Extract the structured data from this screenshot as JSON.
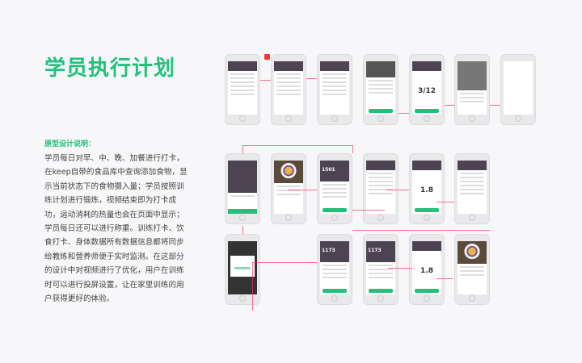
{
  "title": "学员执行计划",
  "subtitle": "原型设计说明：",
  "description": "学员每日对早、中、晚、加餐进行打卡，在keep自带的食品库中查询添加食物，显示当前状态下的食物摄入量；学员按照训练计划进行锻炼，视频结束即为打卡成功，运动消耗的热量也会在页面中显示；学员每日还可以进行称重。训练打卡、饮食打卡、身体数据所有数据信息都将同步给教练和营养师便于实时监测。在这部分的设计中对视频进行了优化，用户在训练时可以进行投屏设置，让在家里训练的用户获得更好的体验。",
  "accent": "#22c07a",
  "link_color": "#ff3366",
  "phones": [
    {
      "type": "chat"
    },
    {
      "type": "list"
    },
    {
      "type": "list"
    },
    {
      "type": "video"
    },
    {
      "type": "exercise",
      "text": "3/12"
    },
    {
      "type": "gray"
    },
    {
      "type": "dark"
    },
    {
      "type": "chart"
    },
    {
      "type": "food"
    },
    {
      "type": "kcal",
      "text": "1501"
    },
    {
      "type": "list"
    },
    {
      "type": "weigh",
      "text": "1.8"
    },
    {
      "type": "list"
    },
    {
      "type": "dialog"
    },
    {
      "type": "kcal",
      "text": "1173"
    },
    {
      "type": "kcal",
      "text": "1173"
    },
    {
      "type": "weigh",
      "text": "1.8"
    },
    {
      "type": "food"
    }
  ]
}
